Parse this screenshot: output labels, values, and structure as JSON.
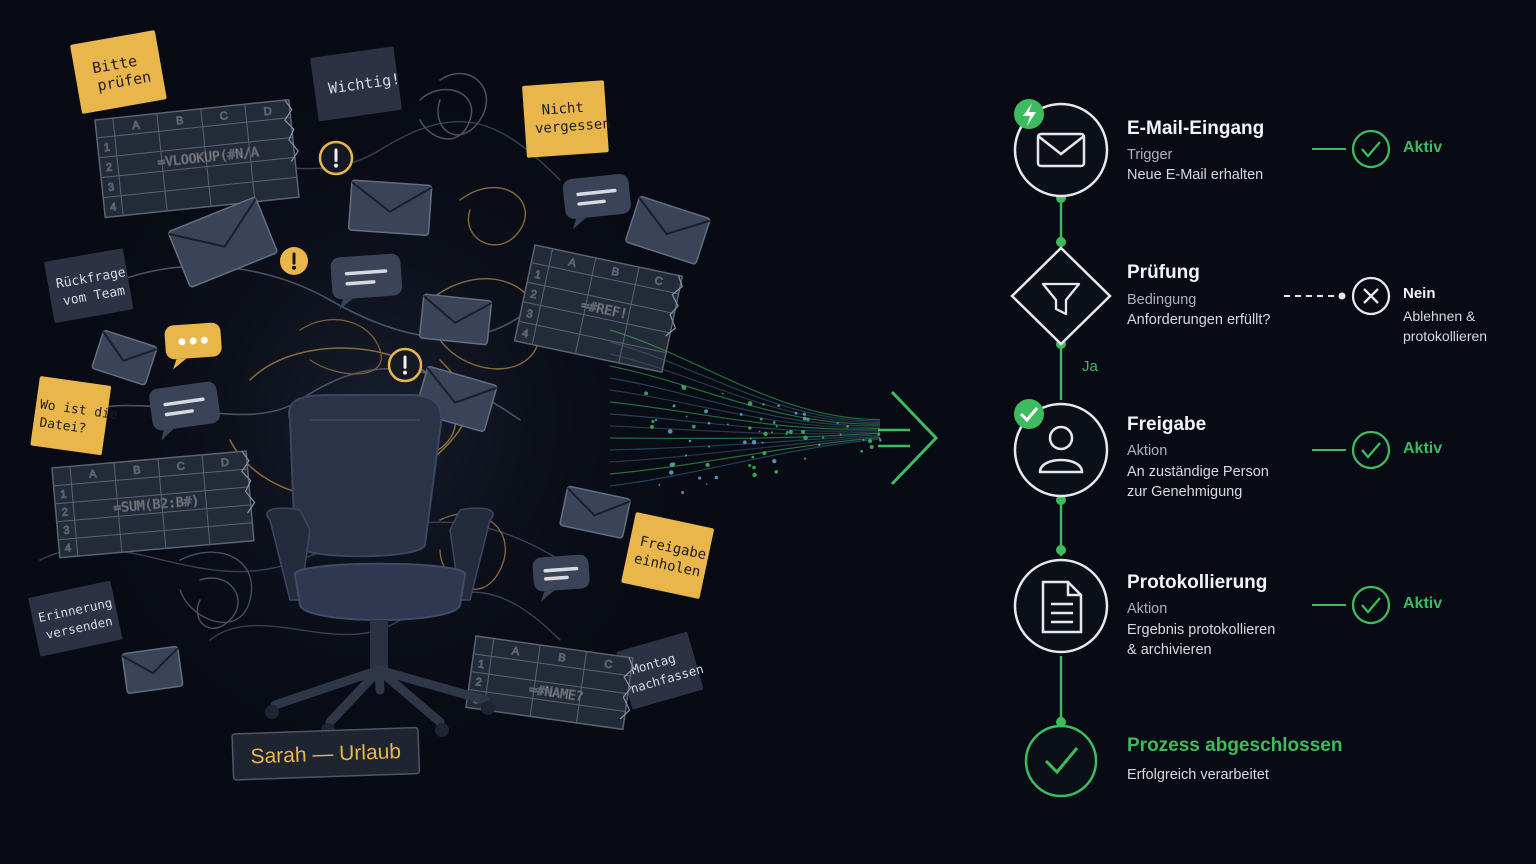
{
  "chaos": {
    "notes": [
      {
        "lines": [
          "Bitte",
          "prüfen"
        ],
        "color": "#e9b64b"
      },
      {
        "lines": [
          "Wichtig!"
        ],
        "color": "#2c3243"
      },
      {
        "lines": [
          "Nicht",
          "vergessen"
        ],
        "color": "#e9b64b"
      },
      {
        "lines": [
          "Rückfrage",
          "vom Team"
        ],
        "color": "#2c3243"
      },
      {
        "lines": [
          "Wo ist die",
          "Datei?"
        ],
        "color": "#e9b64b"
      },
      {
        "lines": [
          "Freigabe",
          "einholen"
        ],
        "color": "#e9b64b"
      },
      {
        "lines": [
          "Erinnerung",
          "versenden"
        ],
        "color": "#2c3243"
      },
      {
        "lines": [
          "Montag",
          "nachfassen"
        ],
        "color": "#2c3243"
      }
    ],
    "sheets": [
      {
        "cols": [
          "A",
          "B",
          "C",
          "D"
        ],
        "rows": [
          "1",
          "2",
          "3",
          "4"
        ],
        "formula": "=VLOOKUP(#N/A"
      },
      {
        "cols": [
          "A",
          "B",
          "C"
        ],
        "rows": [
          "1",
          "2",
          "3",
          "4"
        ],
        "formula": "=#REF!"
      },
      {
        "cols": [
          "A",
          "B",
          "C",
          "D"
        ],
        "rows": [
          "1",
          "2",
          "3",
          "4"
        ],
        "formula": "=SUM(B2:B#)"
      },
      {
        "cols": [
          "A",
          "B",
          "C"
        ],
        "rows": [
          "1",
          "2",
          "3"
        ],
        "formula": "=#NAME?"
      }
    ],
    "nameplate": "Sarah — Urlaub",
    "accent": "#e9b64b"
  },
  "flow": {
    "accent": "#3dbb5e",
    "steps": [
      {
        "icon": "mail-icon",
        "title": "E-Mail-Eingang",
        "type": "Trigger",
        "desc": "Neue E-Mail erhalten",
        "status": "Aktiv"
      },
      {
        "icon": "filter-icon",
        "title": "Prüfung",
        "type": "Bedingung",
        "desc": "Anforderungen erfüllt?",
        "branch_yes": "Ja",
        "branch_no_label": "Nein",
        "branch_no_desc": "Ablehnen &\nprotokollieren"
      },
      {
        "icon": "user-icon",
        "title": "Freigabe",
        "type": "Aktion",
        "desc": "An zuständige Person\nzur Genehmigung",
        "status": "Aktiv"
      },
      {
        "icon": "document-icon",
        "title": "Protokollierung",
        "type": "Aktion",
        "desc": "Ergebnis protokollieren\n& archivieren",
        "status": "Aktiv"
      }
    ],
    "end": {
      "icon": "check-icon",
      "title": "Prozess abgeschlossen",
      "desc": "Erfolgreich verarbeitet"
    }
  }
}
